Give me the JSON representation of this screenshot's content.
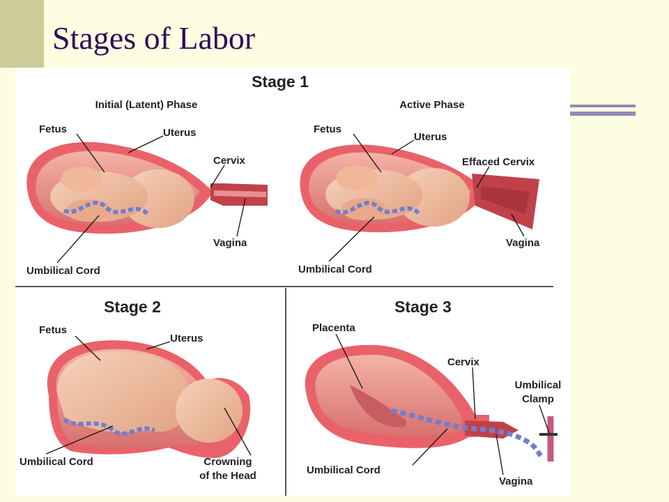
{
  "slide": {
    "title": "Stages of Labor"
  },
  "figure": {
    "stage1": {
      "heading": "Stage 1",
      "latent": {
        "phase": "Initial (Latent) Phase",
        "fetus": "Fetus",
        "uterus": "Uterus",
        "cervix": "Cervix",
        "vagina": "Vagina",
        "cord": "Umbilical Cord"
      },
      "active": {
        "phase": "Active Phase",
        "fetus": "Fetus",
        "uterus": "Uterus",
        "cervix": "Effaced Cervix",
        "vagina": "Vagina",
        "cord": "Umbilical Cord"
      }
    },
    "stage2": {
      "heading": "Stage 2",
      "fetus": "Fetus",
      "uterus": "Uterus",
      "cord": "Umbilical Cord",
      "crowning_line1": "Crowning",
      "crowning_line2": "of the Head"
    },
    "stage3": {
      "heading": "Stage 3",
      "placenta": "Placenta",
      "cervix": "Cervix",
      "clamp_line1": "Umbilical",
      "clamp_line2": "Clamp",
      "cord": "Umbilical Cord",
      "vagina": "Vagina"
    }
  },
  "colors": {
    "background": "#fdfde1",
    "accent_block": "#cbcc98",
    "title": "#2e0b56",
    "rule": "#8f8cb5",
    "uterus_wall": "#e9626a",
    "uterus_inner": "#d96a6c",
    "fetus_skin": "#f2c1a4",
    "cord_blue": "#6f7fd0",
    "vagina": "#c0414a"
  }
}
